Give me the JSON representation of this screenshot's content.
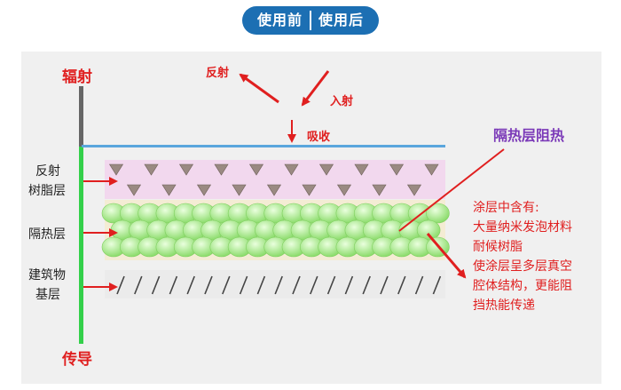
{
  "tabs": {
    "before": "使用前",
    "after": "使用后"
  },
  "axis": {
    "top": "辐射",
    "bottom": "传导"
  },
  "incoming": {
    "reflect": "反射",
    "incident": "入射",
    "absorb": "吸收"
  },
  "layers": {
    "reflective_1": "反射",
    "reflective_2": "树脂层",
    "insulation": "隔热层",
    "base_1": "建筑物",
    "base_2": "基层"
  },
  "callout": {
    "title": "隔热层阻热",
    "notes": [
      "涂层中含有:",
      "大量纳米发泡材料",
      "耐候树脂",
      "使涂层呈多层真空",
      "腔体结构，更能阻",
      "挡热能传递"
    ]
  },
  "colors": {
    "accent_red": "#e01f1f",
    "tab_blue": "#1c6fb3",
    "green_line": "#33d04a",
    "blue_line": "#5aa6dd",
    "purple": "#7b3ab8"
  }
}
